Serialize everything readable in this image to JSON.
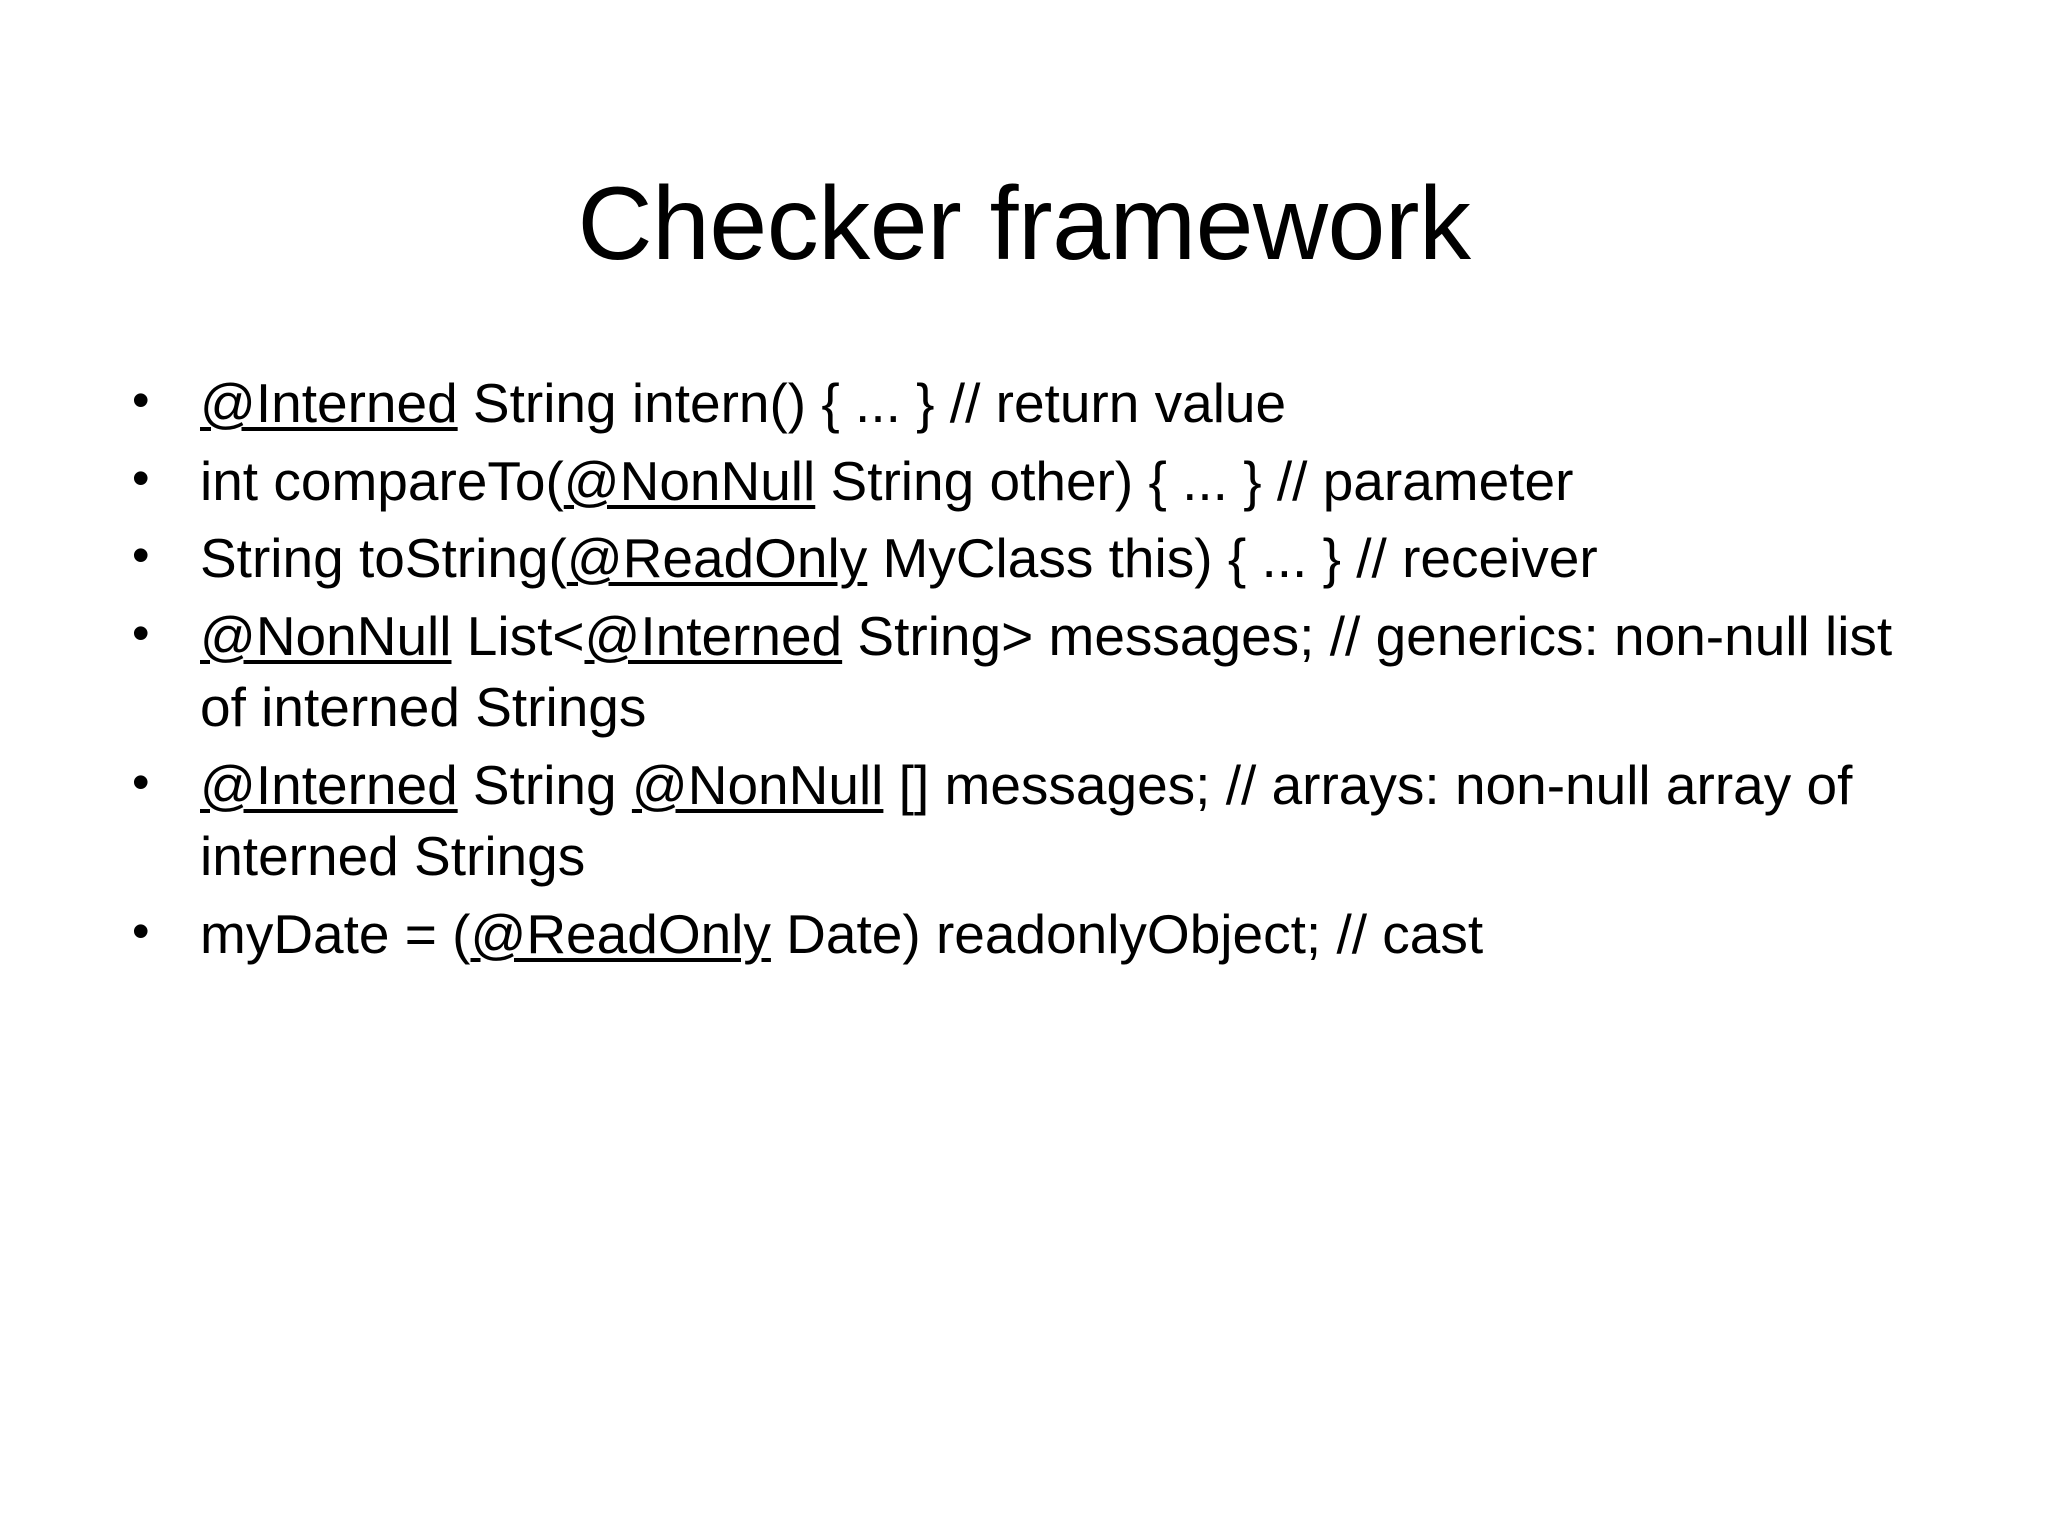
{
  "slide": {
    "title": "Checker framework",
    "background_color": "#ffffff",
    "text_color": "#000000",
    "bullet_glyph": "•",
    "bullets": [
      {
        "id": "return-value",
        "full_text": "@Interned String intern() { ... } // return value",
        "segments": [
          {
            "text": "@Interned",
            "underline": true
          },
          {
            "text": " String intern() { ... } // return value",
            "underline": false
          }
        ]
      },
      {
        "id": "parameter",
        "full_text": "int compareTo(@NonNull String other) { ... } // parameter",
        "segments": [
          {
            "text": "int compareTo(",
            "underline": false
          },
          {
            "text": "@NonNull",
            "underline": true
          },
          {
            "text": " String other) { ... } // parameter",
            "underline": false
          }
        ]
      },
      {
        "id": "receiver",
        "full_text": "String toString(@ReadOnly MyClass this) { ... } // receiver",
        "segments": [
          {
            "text": "String toString(",
            "underline": false
          },
          {
            "text": "@ReadOnly",
            "underline": true
          },
          {
            "text": " MyClass this) { ... } // receiver",
            "underline": false
          }
        ]
      },
      {
        "id": "generics",
        "full_text": "@NonNull List<@Interned String> messages; // generics: non-null list of interned Strings",
        "segments": [
          {
            "text": "@NonNull",
            "underline": true
          },
          {
            "text": " List<",
            "underline": false
          },
          {
            "text": "@Interned",
            "underline": true
          },
          {
            "text": " String> messages; // generics: non-null list of interned Strings",
            "underline": false
          }
        ]
      },
      {
        "id": "arrays",
        "full_text": "@Interned String @NonNull [] messages; // arrays: non-null array of interned Strings",
        "segments": [
          {
            "text": "@Interned",
            "underline": true
          },
          {
            "text": " String ",
            "underline": false
          },
          {
            "text": "@NonNull",
            "underline": true
          },
          {
            "text": " [] messages; // arrays: non-null array of interned Strings",
            "underline": false
          }
        ]
      },
      {
        "id": "cast",
        "full_text": "myDate = (@ReadOnly Date) readonlyObject; // cast",
        "segments": [
          {
            "text": "myDate = (",
            "underline": false
          },
          {
            "text": "@ReadOnly",
            "underline": true
          },
          {
            "text": " Date) readonlyObject; // cast",
            "underline": false
          }
        ]
      }
    ]
  }
}
